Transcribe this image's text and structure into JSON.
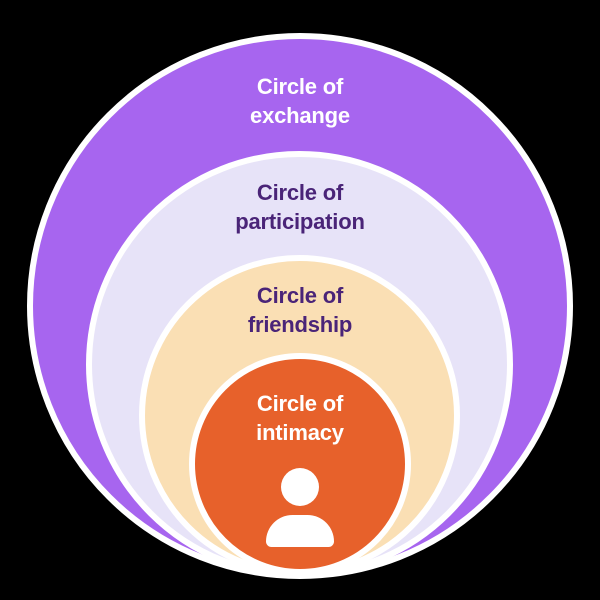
{
  "background_color": "#000000",
  "diagram": {
    "name": "circles-of-relationship",
    "border_color": "#FFFFFF",
    "person_icon_color": "#FFFFFF",
    "circles": [
      {
        "id": "exchange",
        "label_line1": "Circle of",
        "label_line2": "exchange",
        "fill": "#A765EF",
        "text_color": "#FFFFFF"
      },
      {
        "id": "participation",
        "label_line1": "Circle of",
        "label_line2": "participation",
        "fill": "#E7E3F8",
        "text_color": "#4A2478"
      },
      {
        "id": "friendship",
        "label_line1": "Circle of",
        "label_line2": "friendship",
        "fill": "#FADFB4",
        "text_color": "#4A2478"
      },
      {
        "id": "intimacy",
        "label_line1": "Circle of",
        "label_line2": "intimacy",
        "fill": "#E7612B",
        "text_color": "#FFFFFF"
      }
    ]
  }
}
